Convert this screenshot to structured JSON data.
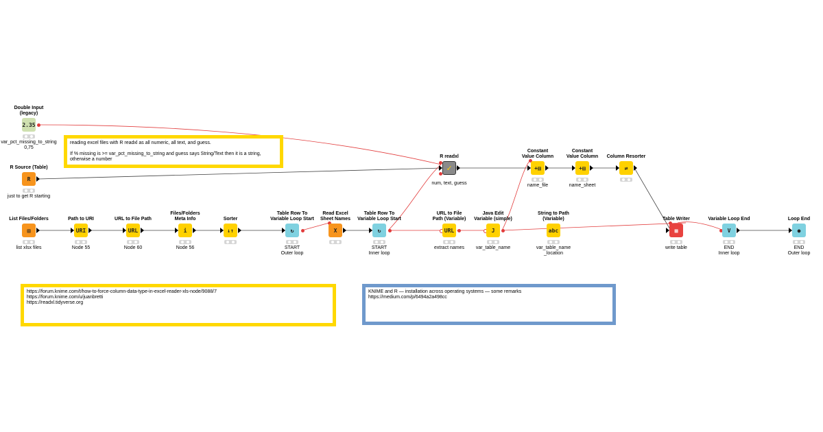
{
  "nodes": {
    "double_input": {
      "title": "Double Input\n(legacy)",
      "label": "var_pct_missing_to_string\n0,75",
      "icon": "2.35",
      "color": "#cfe0b0"
    },
    "r_source": {
      "title": "R Source (Table)",
      "label": "just to get R starting",
      "icon": "R",
      "color": "#f7941d"
    },
    "list_files": {
      "title": "List Files/Folders",
      "label": "list xlsx files",
      "icon": "▤",
      "color": "#f7941d"
    },
    "path_to_uri": {
      "title": "Path to URI",
      "label": "Node 55",
      "icon": "URI",
      "color": "#ffd100"
    },
    "url_to_file_path": {
      "title": "URL to File Path",
      "label": "Node 60",
      "icon": "URL",
      "color": "#ffd100"
    },
    "files_meta": {
      "title": "Files/Folders\nMeta Info",
      "label": "Node 56",
      "icon": "i",
      "color": "#ffd100"
    },
    "sorter": {
      "title": "Sorter",
      "label": "",
      "icon": "↓↑",
      "color": "#ffd100"
    },
    "loop_start_outer": {
      "title": "Table Row To\nVariable Loop Start",
      "label": "START\nOuter loop",
      "icon": "↻",
      "color": "#7fd1e0"
    },
    "read_sheet_names": {
      "title": "Read Excel\nSheet Names",
      "label": "",
      "icon": "X",
      "color": "#f7941d"
    },
    "loop_start_inner": {
      "title": "Table Row To\nVariable Loop Start",
      "label": "START\nInner loop",
      "icon": "↻",
      "color": "#7fd1e0"
    },
    "r_readxl": {
      "title": "R readxl",
      "label": "num, text, guess",
      "icon": "✓",
      "color": "#8a8a8a"
    },
    "url_to_file_path_var": {
      "title": "URL to File\nPath (Variable)",
      "label": "extract names",
      "icon": "URL",
      "color": "#ffd100"
    },
    "java_edit": {
      "title": "Java Edit\nVariable (simple)",
      "label": "var_table_name",
      "icon": "J",
      "color": "#ffd100"
    },
    "string_to_path": {
      "title": "String to Path\n(Variable)",
      "label": "var_table_name\n_location",
      "icon": "abc",
      "color": "#ffd100"
    },
    "const_name_file": {
      "title": "Constant\nValue Column",
      "label": "name_file",
      "icon": "+▤",
      "color": "#ffd100"
    },
    "const_name_sheet": {
      "title": "Constant\nValue Column",
      "label": "name_sheet",
      "icon": "+▤",
      "color": "#ffd100"
    },
    "column_resorter": {
      "title": "Column Resorter",
      "label": "",
      "icon": "⇄",
      "color": "#ffd100"
    },
    "table_writer": {
      "title": "Table Writer",
      "label": "write table",
      "icon": "▦",
      "color": "#e8423f"
    },
    "var_loop_end": {
      "title": "Variable Loop End",
      "label": "END\nInner loop",
      "icon": "V",
      "color": "#7fd1e0"
    },
    "loop_end": {
      "title": "Loop End",
      "label": "END\nOuter loop",
      "icon": "●",
      "color": "#7fd1e0"
    }
  },
  "annotations": {
    "readxl_note": "reading excel files with R readxl as all numeric, all text, and guess.\n\nIf % missing is >= var_pct_missing_to_string and guess says String/Text then it is a string, otherwise a number",
    "links_note": "https://forum.knime.com/t/how-to-force-column-data-type-in-excel-reader-xls-node/9088/7\nhttps://forum.knime.com/u/juanbretti\nhttps://readxl.tidyverse.org",
    "r_note": "KNIME and R — installation across operating systems — some remarks\nhttps://medium.com/p/6494a2a498cc"
  }
}
